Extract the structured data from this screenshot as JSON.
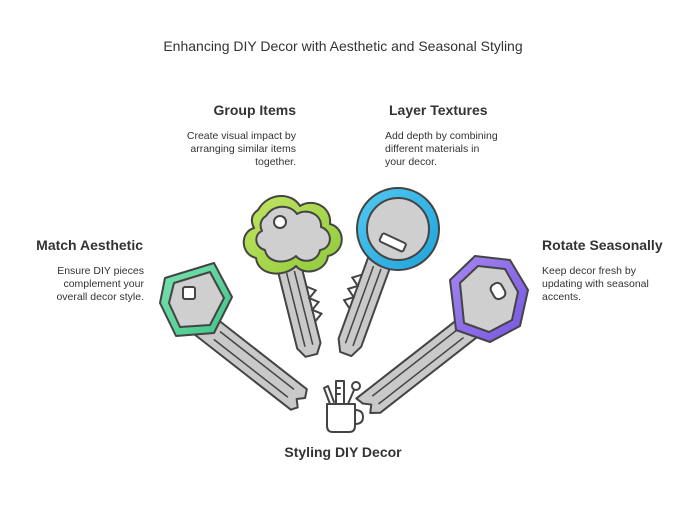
{
  "title": "Enhancing DIY Decor with Aesthetic and Seasonal Styling",
  "center": {
    "label": "Styling DIY Decor",
    "icon": "pencil-cup-icon"
  },
  "items": {
    "match": {
      "heading": "Match Aesthetic",
      "desc": [
        "Ensure DIY pieces",
        "complement your",
        "overall decor style."
      ],
      "color": "#5fd39a"
    },
    "group": {
      "heading": "Group Items",
      "desc": [
        "Create visual impact by",
        "arranging similar items",
        "together."
      ],
      "color": "#a6d64a"
    },
    "layer": {
      "heading": "Layer Textures",
      "desc": [
        "Add depth by combining",
        "different materials in",
        "your decor."
      ],
      "color": "#2bb5e8"
    },
    "rotate": {
      "heading": "Rotate Seasonally",
      "desc": [
        "Keep decor fresh by",
        "updating with seasonal",
        "accents."
      ],
      "color": "#8b68e8"
    }
  }
}
